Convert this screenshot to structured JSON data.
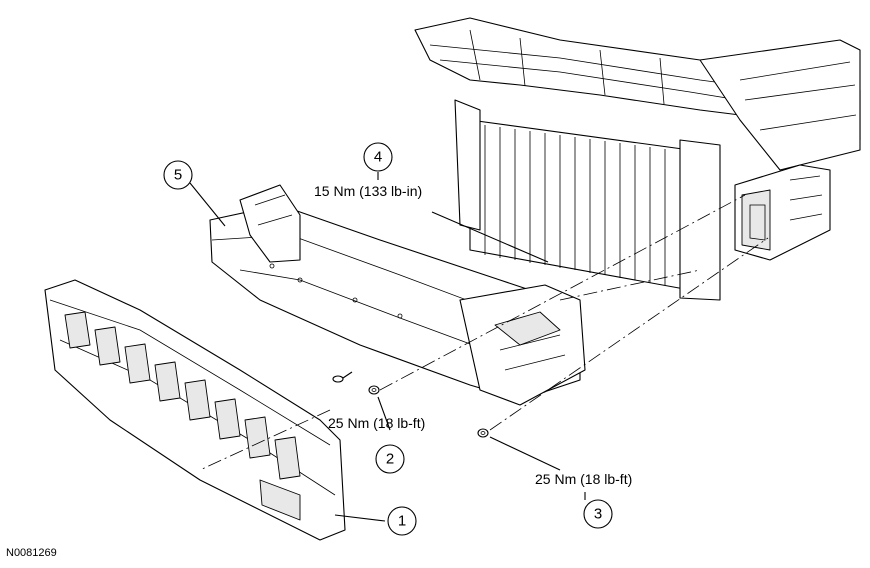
{
  "callouts": [
    {
      "number": "1"
    },
    {
      "number": "2"
    },
    {
      "number": "3"
    },
    {
      "number": "4"
    },
    {
      "number": "5"
    }
  ],
  "torque_labels": {
    "item4": "15 Nm (133 lb-in)",
    "item2": "25 Nm (18 lb-ft)",
    "item3": "25 Nm (18 lb-ft)"
  },
  "figure_id": "N0081269"
}
